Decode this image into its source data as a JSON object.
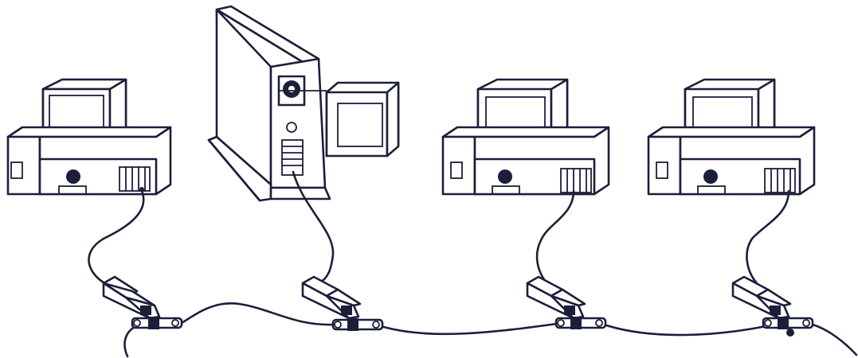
{
  "diagram": {
    "computers": [
      {
        "kind": "desktop",
        "icon": "desktop-computer-icon"
      },
      {
        "kind": "tower-server",
        "icon": "tower-server-icon"
      },
      {
        "kind": "desktop",
        "icon": "desktop-computer-icon"
      },
      {
        "kind": "desktop",
        "icon": "desktop-computer-icon"
      }
    ],
    "transceivers": 4,
    "t_connectors": 4,
    "network": "bus"
  }
}
